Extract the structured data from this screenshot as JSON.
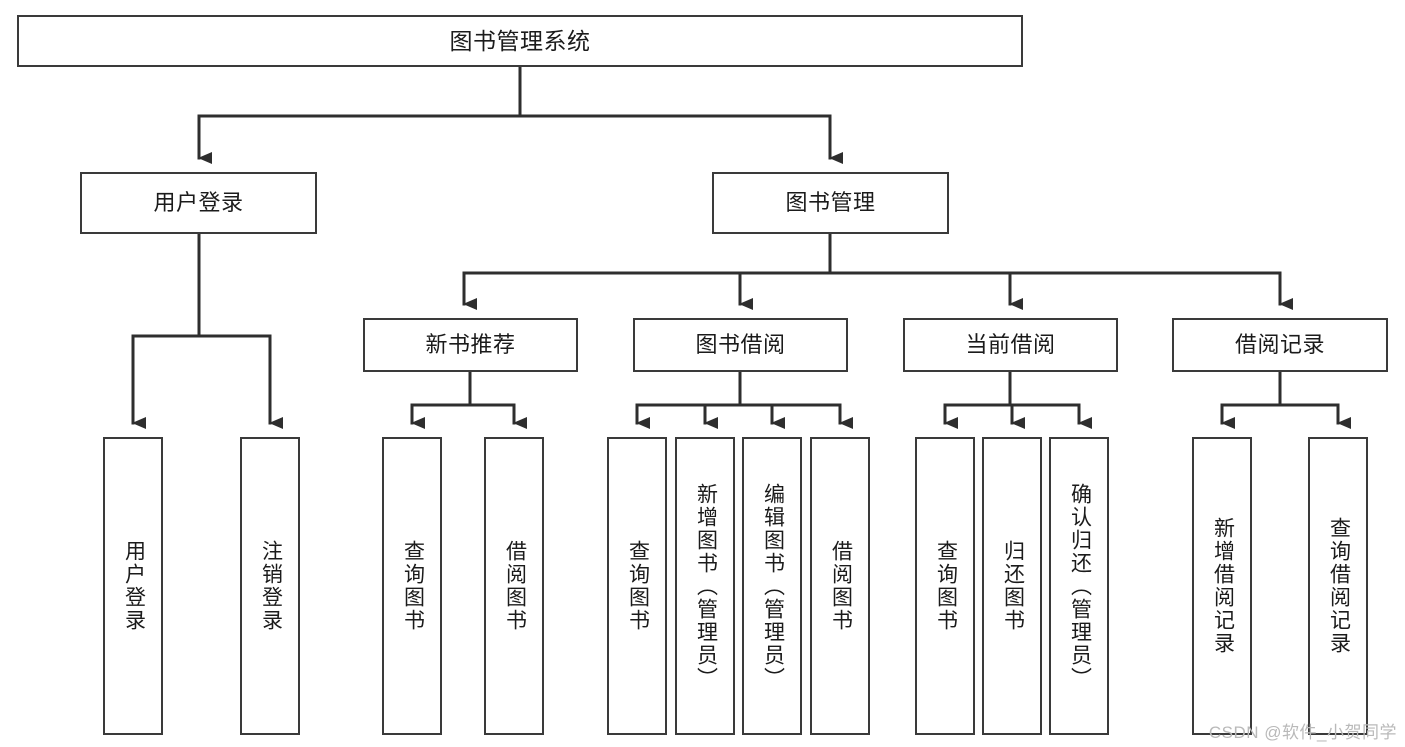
{
  "diagram": {
    "type": "tree-hierarchy-diagram",
    "title": "图书管理系统",
    "colors": {
      "stroke": "#3a3a3a",
      "fill": "#ffffff",
      "text": "#1b1b1b",
      "watermark": "#b9b9b9"
    },
    "nodes": {
      "root": {
        "label": "图书管理系统"
      },
      "level1": [
        {
          "id": "user-login",
          "label": "用户登录"
        },
        {
          "id": "book-manage",
          "label": "图书管理"
        }
      ],
      "level2": [
        {
          "id": "new-book-recommend",
          "label": "新书推荐"
        },
        {
          "id": "book-borrow",
          "label": "图书借阅"
        },
        {
          "id": "current-borrow",
          "label": "当前借阅"
        },
        {
          "id": "borrow-record",
          "label": "借阅记录"
        }
      ],
      "leaves": {
        "user_login": [
          {
            "id": "leaf-user-login",
            "label": "用户登录"
          },
          {
            "id": "leaf-logout-login",
            "label": "注销登录"
          }
        ],
        "new_book_recommend": [
          {
            "id": "leaf-query-book-1",
            "label": "查询图书"
          },
          {
            "id": "leaf-borrow-book-1",
            "label": "借阅图书"
          }
        ],
        "book_borrow": [
          {
            "id": "leaf-query-book-2",
            "label": "查询图书"
          },
          {
            "id": "leaf-add-book",
            "label": "新增图书（管理员）"
          },
          {
            "id": "leaf-edit-book",
            "label": "编辑图书（管理员）"
          },
          {
            "id": "leaf-borrow-book-2",
            "label": "借阅图书"
          }
        ],
        "current_borrow": [
          {
            "id": "leaf-query-book-3",
            "label": "查询图书"
          },
          {
            "id": "leaf-return-book",
            "label": "归还图书"
          },
          {
            "id": "leaf-confirm-return",
            "label": "确认归还（管理员）"
          }
        ],
        "borrow_record": [
          {
            "id": "leaf-add-record",
            "label": "新增借阅记录"
          },
          {
            "id": "leaf-query-record",
            "label": "查询借阅记录"
          }
        ]
      }
    },
    "watermark": "CSDN @软件_小贺同学"
  }
}
